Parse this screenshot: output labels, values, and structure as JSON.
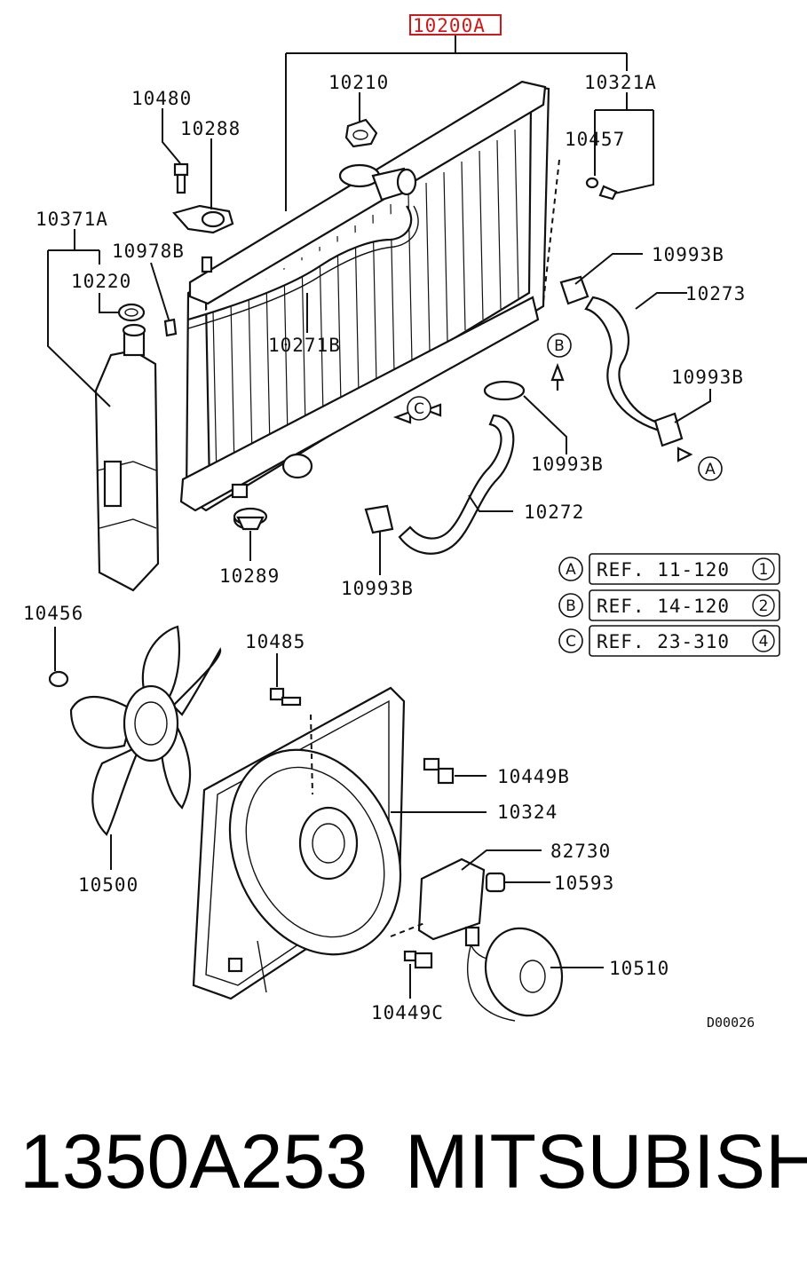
{
  "callouts": {
    "radiator_assy": "10200A",
    "cap_10210": "10210",
    "drain_kit": "10321A",
    "bolt_10480": "10480",
    "bracket_10288": "10288",
    "o_ring_10457": "10457",
    "reserve_tank_assy": "10371A",
    "clip_10978b": "10978B",
    "clamp_upper": "10993B",
    "tank_cap_10220": "10220",
    "upper_hose": "10273",
    "overflow_hose": "10271B",
    "clamp_right": "10993B",
    "clamp_center": "10993B",
    "lower_hose": "10272",
    "mount_10289": "10289",
    "clamp_lower": "10993B",
    "nut_10456": "10456",
    "bolt_10485": "10485",
    "bolt_10449b": "10449B",
    "shroud_10324": "10324",
    "fan_10500": "10500",
    "module_82730": "82730",
    "connector_10593": "10593",
    "motor_10510": "10510",
    "bolt_10449c": "10449C"
  },
  "connectors": {
    "a": "A",
    "b": "B",
    "c": "C"
  },
  "references": [
    {
      "letter": "A",
      "text": "REF. 11-120",
      "num": "1"
    },
    {
      "letter": "B",
      "text": "REF. 14-120",
      "num": "2"
    },
    {
      "letter": "C",
      "text": "REF. 23-310",
      "num": "4"
    }
  ],
  "diagram_code": "D00026",
  "footer": {
    "part_number": "1350A253",
    "brand": "MITSUBISHI"
  },
  "colors": {
    "highlight": "#d01818",
    "ink": "#111111"
  }
}
